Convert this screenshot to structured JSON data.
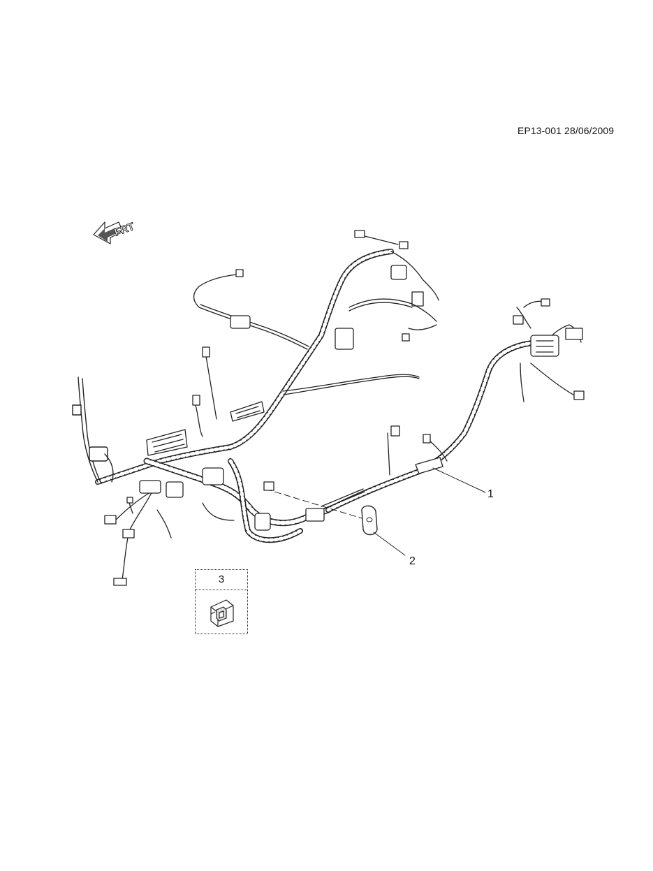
{
  "header": {
    "ref_code": "EP13-001 28/06/2009"
  },
  "orientation": {
    "label": "FRT",
    "icon": "front-direction-arrow-icon"
  },
  "callouts": [
    {
      "id": 1,
      "label": "1",
      "part": "wiring-harness"
    },
    {
      "id": 2,
      "label": "2",
      "part": "grommet"
    },
    {
      "id": 3,
      "label": "3",
      "part": "clip"
    }
  ],
  "inset": {
    "label": "3",
    "icon": "harness-clip-icon"
  },
  "colors": {
    "line": "#222222",
    "background": "#ffffff"
  }
}
